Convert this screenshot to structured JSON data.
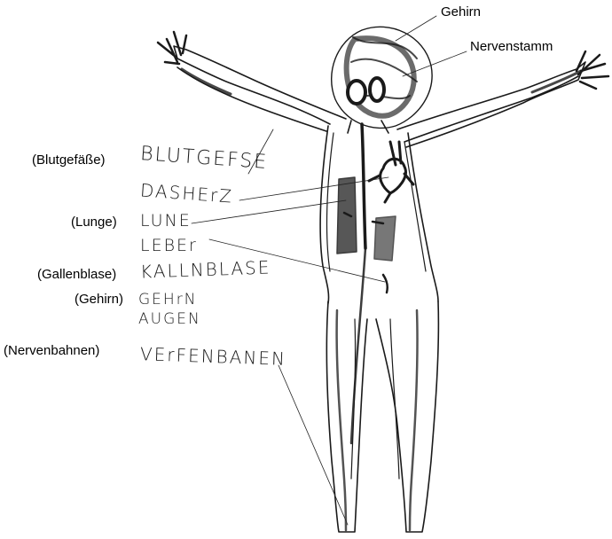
{
  "colors": {
    "ink": "#1a1a1a",
    "label": "#000000",
    "background": "#ffffff"
  },
  "labels": {
    "gehirn_top": "Gehirn",
    "nervenstamm": "Nervenstamm",
    "blutgefaesse": "(Blutgefäße)",
    "lunge": "(Lunge)",
    "gallenblase": "(Gallenblase)",
    "gehirn_left": "(Gehirn)",
    "nervenbahnen": "(Nervenbahnen)"
  },
  "handwriting": {
    "blutgefse": "BLUTGEFSE",
    "dasherz": "DASHErZ",
    "lune": "LUNE",
    "leber": "LEBEr",
    "kallnblase": "KALLNBLASE",
    "gehrn": "GEHrN",
    "augen": "AUGEN",
    "verfenbanen": "VErFENBANEN"
  }
}
